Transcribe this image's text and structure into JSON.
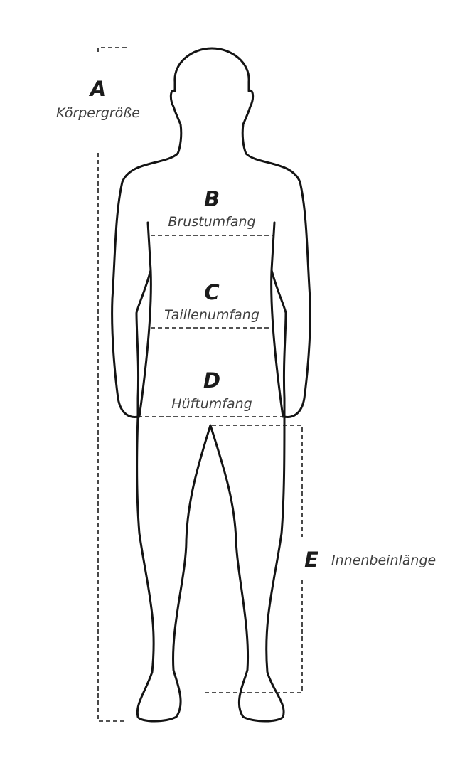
{
  "measurements": {
    "a": {
      "letter": "A",
      "label": "Körpergröße"
    },
    "b": {
      "letter": "B",
      "label": "Brustumfang"
    },
    "c": {
      "letter": "C",
      "label": "Taillenumfang"
    },
    "d": {
      "letter": "D",
      "label": "Hüftumfang"
    },
    "e": {
      "letter": "E",
      "label": "Innenbeinlänge"
    }
  }
}
